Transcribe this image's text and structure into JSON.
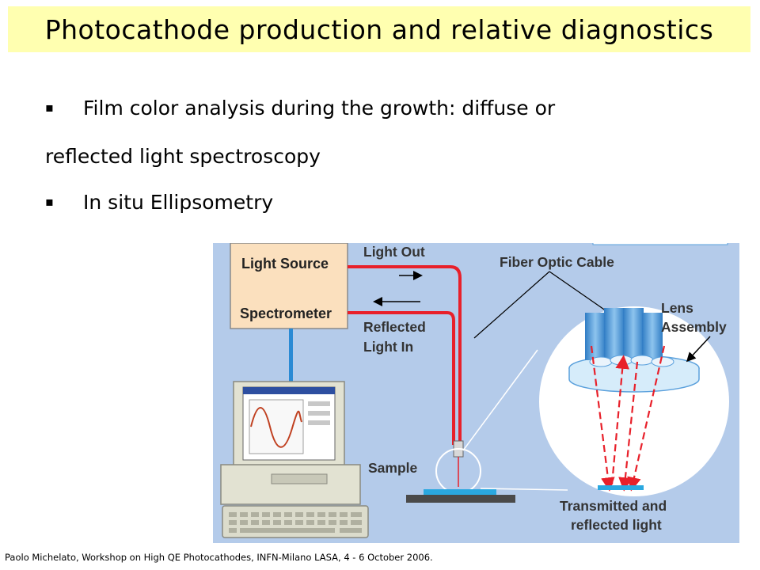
{
  "header": {
    "title": "Photocathode production and relative diagnostics"
  },
  "bullets": {
    "item1_line1": "Film color analysis during the growth: diffuse or",
    "item1_line2": "reflected light spectroscopy",
    "item2": "In situ Ellipsometry",
    "marker": "▪"
  },
  "diagram": {
    "labels": {
      "light_source": "Light Source",
      "spectrometer": "Spectrometer",
      "light_out": "Light Out",
      "reflected_light_in_1": "Reflected",
      "reflected_light_in_2": "Light In",
      "fiber_optic_cable": "Fiber Optic Cable",
      "lens_assembly_1": "Lens",
      "lens_assembly_2": "Assembly",
      "sample": "Sample",
      "transmitted_1": "Transmitted and",
      "transmitted_2": "reflected light"
    },
    "colors": {
      "background": "#b4cbea",
      "source_box": "#fbe0be",
      "fiber": "#e8202a",
      "sample": "#2aa8e0",
      "lens": "#5aa0dc"
    }
  },
  "footer": {
    "citation": "Paolo Michelato, Workshop on High  QE Photocathodes, INFN-Milano LASA, 4 - 6 October 2006."
  }
}
